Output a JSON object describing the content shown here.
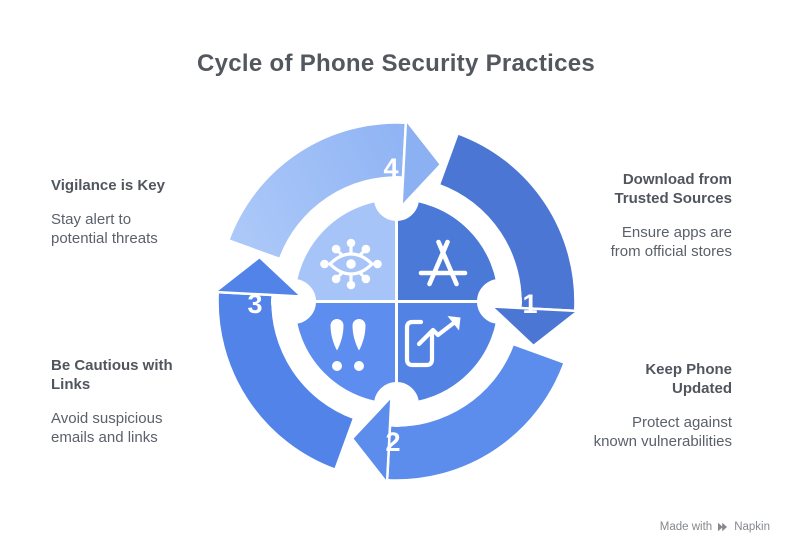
{
  "title": "Cycle of Phone Security Practices",
  "colors": {
    "arrow1": "#4b76d3",
    "arrow2": "#5c8dec",
    "arrow3": "#5183e9",
    "arrow4_start": "#aecaf9",
    "arrow4_end": "#8cb1f3",
    "quad_tl": "#a7c4f8",
    "quad_tr": "#4b79d7",
    "quad_bl": "#5c8def",
    "quad_br": "#5283e4",
    "number_text": "#ffffff",
    "title_text": "#53575e",
    "heading_text": "#51565e",
    "body_text": "#5b616a"
  },
  "steps": [
    {
      "number": "1",
      "heading": "Download from\nTrusted Sources",
      "description": "Ensure apps are\nfrom official stores",
      "icon": "app-store-icon"
    },
    {
      "number": "2",
      "heading": "Keep Phone\nUpdated",
      "description": "Protect against\nknown vulnerabilities",
      "icon": "phone-update-icon"
    },
    {
      "number": "3",
      "heading": "Be Cautious with\nLinks",
      "description": "Avoid suspicious\nemails and links",
      "icon": "warning-icon"
    },
    {
      "number": "4",
      "heading": "Vigilance is Key",
      "description": "Stay alert to\npotential threats",
      "icon": "network-eye-icon"
    }
  ],
  "footer": {
    "made_with": "Made with",
    "brand": "Napkin"
  }
}
